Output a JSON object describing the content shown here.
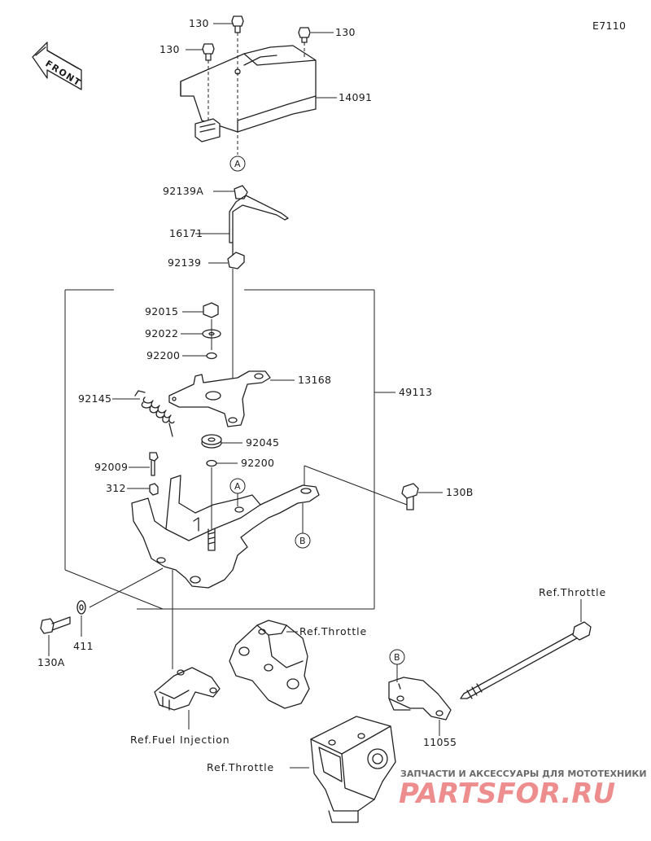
{
  "diagram_code": "E7110",
  "front_label": "FRONT",
  "parts": {
    "p130_a": "130",
    "p130_b": "130",
    "p130_c": "130",
    "p14091": "14091",
    "p92139A": "92139A",
    "p16171": "16171",
    "p92139": "92139",
    "p92015": "92015",
    "p92022": "92022",
    "p92200_a": "92200",
    "p13168": "13168",
    "p92145": "92145",
    "p49113": "49113",
    "p92045": "92045",
    "p92009": "92009",
    "p92200_b": "92200",
    "p312": "312",
    "p130B": "130B",
    "p130A": "130A",
    "p411": "411",
    "p11055": "11055"
  },
  "refs": {
    "throttle_top": "Ref.Throttle",
    "throttle_mid": "Ref.Throttle",
    "fuel_injection": "Ref.Fuel Injection",
    "throttle_bottom": "Ref.Throttle"
  },
  "markers": {
    "a_top": "A",
    "a_mid": "A",
    "b_mid": "B",
    "b_right": "B"
  },
  "watermark": {
    "line1": "ЗАПЧАСТИ И АКСЕССУАРЫ ДЛЯ МОТОТЕХНИКИ",
    "line2": "PARTSFOR.RU"
  }
}
